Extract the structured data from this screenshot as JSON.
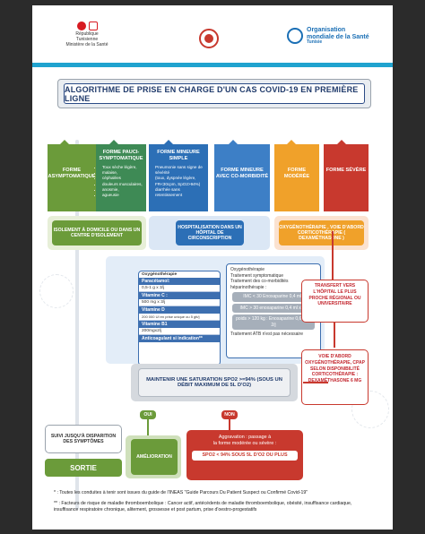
{
  "header": {
    "tn_line1": "République Tunisienne",
    "tn_line2": "Ministère de la Santé",
    "who_line1": "Organisation",
    "who_line2": "mondiale de la Santé",
    "who_line3": "Tunisie"
  },
  "title": "ALGORITHME DE PRISE EN CHARGE D'UN CAS COVID-19 EN PREMIÈRE LIGNE",
  "forms": [
    {
      "title": "FORME ASYMPTOMATIQUE",
      "color": "#6b9b3a",
      "items": []
    },
    {
      "title": "FORME PAUCI-SYMPTOMATIQUE",
      "color": "#3e8a55",
      "items": [
        "Toux sèche légère,",
        "malaise,",
        "céphalées",
        "douleurs musculaires,",
        "anosmie,",
        "agueusie"
      ]
    },
    {
      "title": "FORME MINEURE SIMPLE",
      "color": "#2c6fb6",
      "items": [
        "Pneumonie sans signe de sévérité",
        "(toux, dyspnée légère, FR<30cpm, SpO2>94%)",
        "diarrhée sans retentissement"
      ]
    },
    {
      "title": "FORME MINEURE AVEC CO-MORBIDITÉ",
      "color": "#3d7fc6",
      "items": []
    },
    {
      "title": "FORME MODÉRÉE",
      "color": "#f0a12a",
      "items": []
    },
    {
      "title": "FORME SÉVÈRE",
      "color": "#c8392e",
      "items": []
    }
  ],
  "actions": {
    "isolement": "ISOLEMENT À DOMICILE OU DANS UN CENTRE D'ISOLEMENT",
    "hospitalisation": "HOSPITALISATION DANS UN HÔPITAL DE CIRCONSCRIPTION",
    "oxygen": "OXYGÉNOTHÉRAPIE , VOIE D'ABORD CORTICOTHÉRAPIE ( DEXAMÉTHASONE )"
  },
  "meds": {
    "header": "Oxygénothérapie",
    "items": [
      {
        "label": "Paracétamol:",
        "value": "0,5-1 g x 3/j"
      },
      {
        "label": "Vitamine C :",
        "value": "500 mg x 3/j"
      },
      {
        "label": "Vitamine D",
        "value": "200 000 UI en prise unique ou 5 gtt/j"
      },
      {
        "label": "Vitamine B1",
        "value": "200mgx2/j"
      },
      {
        "label": "Anticoagulant si indication**",
        "value": ""
      }
    ]
  },
  "comorb": {
    "line1": "Oxygénothérapie",
    "line2": "Traitement symptomatique",
    "line3": "Traitement des co-morbidités",
    "line4": "héparinothérapie :",
    "pill1": "IMC < 30 Enoxaparine 0,4 ml/j",
    "pill2": "IMC > 30 enoxaparine 0,4 ml x 2/j",
    "pill3": "poids > 120 kg : Enoxaparine 0,6 ml x 2/j",
    "atb": "Traitement ATB n'est pas nécessaire"
  },
  "transfer": "TRANSFERT VERS L'HÔPITAL LE PLUS PROCHE RÉGIONAL OU UNIVERSITAIRE",
  "voie": "VOIE D'ABORD OXYGÉNOTHÉRAPIE, CPAP SELON DISPONIBILITÉ CORTICOTHÉRAPIE : DEXAMÉTHASONE 6 MG",
  "saturation": "MAINTENIR UNE SATURATION SPO2 >=94% (SOUS UN DÉBIT MAXIMUM DE 5L D'O2)",
  "oui": "OUI",
  "non": "NON",
  "suivi": "SUIVI JUSQU'À DISPARITION DES SYMPTÔMES",
  "sortie": "SORTIE",
  "amelioration": "AMÉLIORATION",
  "aggravation_line1": "Aggravation : passage à",
  "aggravation_line2": "la forme modérée ou sévère :",
  "aggravation_line3": "SPO2 < 94% SOUS 5L D'O2 OU PLUS",
  "footnote1": "* : Toutes les conduites à tenir sont issues du guide de l'INEAS \"Guide Parcours Du Patient Suspect ou Confirmé Covid-19\"",
  "footnote2": "** : Facteurs de risque de maladie thromboembolique : Cancer actif, antécédents de maladie thromboembolique, obésité, insuffisance cardiaque, insuffisance respiratoire chronique, alitement, grossesse et post partum, prise d'oestro-progestatifs"
}
